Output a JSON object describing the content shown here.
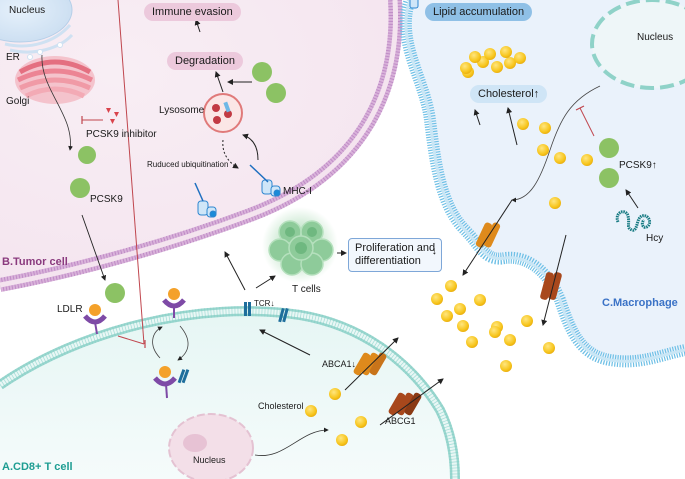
{
  "title": "PCSK9-mediated cholesterol metabolism crosstalk between CD8+ T cells, tumor cells and macrophages",
  "cells": {
    "tumor": {
      "label": "B.Tumor cell",
      "color": "#8a3a7e"
    },
    "tcell": {
      "label": "A.CD8+ T cell",
      "color": "#1e9d92"
    },
    "macrophage": {
      "label": "C.Macrophage",
      "color": "#3a72c6"
    }
  },
  "tumor_labels": {
    "nucleus": "Nucleus",
    "er": "ER",
    "golgi": "Golgi",
    "pcsk9_inhibitor": "PCSK9 inhibitor",
    "pcsk9": "PCSK9",
    "lysosome": "Lysosome",
    "reduced_ubiquitination": "Ruduced ubiquitination",
    "mhc": "MHC-I",
    "degradation": "Degradation",
    "immune_evasion": "Immune evasion"
  },
  "tcell_labels": {
    "ldlr": "LDLR",
    "tcr": "TCR↓",
    "t_cells": "T cells",
    "proliferation": "Proliferation and",
    "differentiation": "differentiation",
    "down_arrow": "↓",
    "abca1": "ABCA1↓",
    "abcg1": "ABCG1",
    "cholesterol": "Cholesterol",
    "nucleus": "Nucleus"
  },
  "macrophage_labels": {
    "lipid_accumulation": "Lipid accumulation",
    "cholesterol_up": "Cholesterol↑",
    "nucleus": "Nucleus",
    "pcsk9_up": "PCSK9↑",
    "hcy": "Hcy"
  },
  "colors": {
    "cholesterol": "#f7c51c",
    "pcsk9": "#8cc264",
    "inhibit": "#c0464e",
    "tumor_membrane": "#c18bc8",
    "macrophage_membrane": "#6fc0e6",
    "tcell_membrane": "#7fcfc6"
  }
}
